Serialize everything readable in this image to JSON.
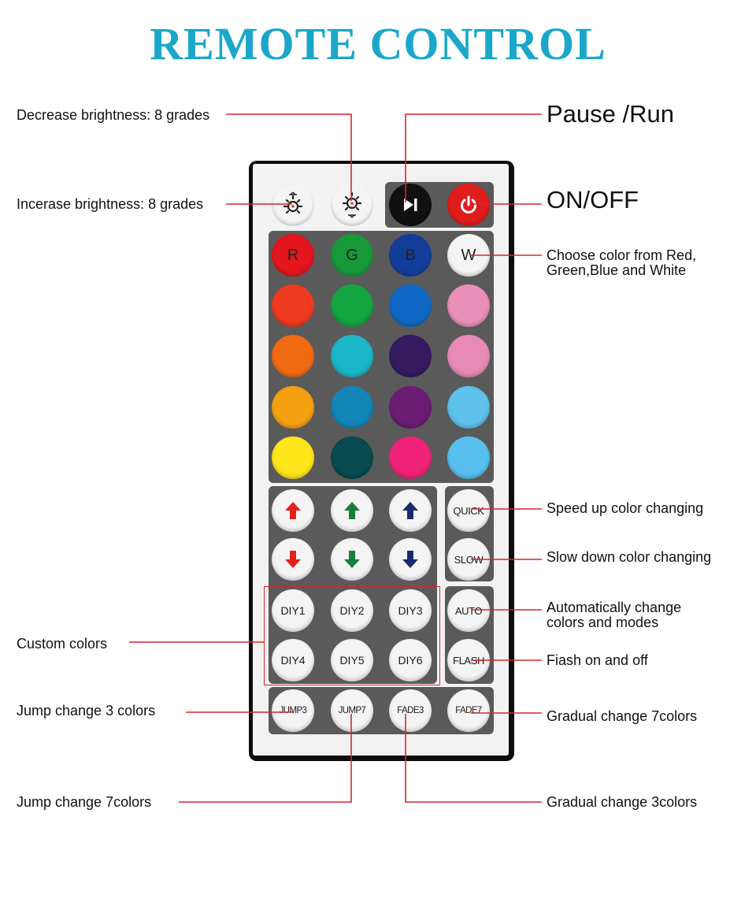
{
  "title": "REMOTE CONTROL",
  "colors": {
    "title": "#1aa7c9",
    "callout_line": "#d6262b",
    "remote_body": "#0d0d0d",
    "remote_face": "#f2f2f2",
    "panel": "#5a5a5a"
  },
  "labels": {
    "decrease_brightness": "Decrease brightness: 8 grades",
    "increase_brightness": "Incerase brightness: 8 grades",
    "pause_run": "Pause /Run",
    "on_off": "ON/OFF",
    "choose_color": "Choose color from Red, Green,Blue and White",
    "speed_up": "Speed up color changing",
    "slow_down": "Slow down color changing",
    "auto": "Automatically change colors and modes",
    "flash": "Fiash on and off",
    "custom_colors": "Custom colors",
    "jump3": "Jump change 3 colors",
    "fade7": "Gradual change 7colors",
    "jump7": "Jump change 7colors",
    "fade3": "Gradual change 3colors"
  },
  "buttons": {
    "top_row": {
      "brightness_down_icon": "brightness-down-icon",
      "brightness_up_icon": "brightness-up-icon",
      "play_pause_icon": "play-pause-icon",
      "power_icon": "power-icon"
    },
    "rgbw": {
      "r": "R",
      "g": "G",
      "b": "B",
      "w": "W",
      "colors": [
        "#e4151d",
        "#17993a",
        "#123e9a",
        "#f4f4f4"
      ]
    },
    "color_grid": [
      [
        "#ee3b1f",
        "#13a540",
        "#1168c4",
        "#ea8fb8"
      ],
      [
        "#f06a12",
        "#1bb7c9",
        "#341a5e",
        "#e88bb4"
      ],
      [
        "#f5a011",
        "#1385b7",
        "#6b1c73",
        "#5fc2ed"
      ],
      [
        "#ffe51a",
        "#084a4e",
        "#ef2277",
        "#58c0ee"
      ]
    ],
    "arrow_colors": {
      "red": "#e3201b",
      "green": "#167d3a",
      "blue": "#192a6e"
    },
    "quick": "QUICK",
    "slow": "SLOW",
    "auto": "AUTO",
    "flash": "FLASH",
    "diy": [
      "DIY1",
      "DIY2",
      "DIY3",
      "DIY4",
      "DIY5",
      "DIY6"
    ],
    "bottom": [
      "JUMP3",
      "JUMP7",
      "FADE3",
      "FADE7"
    ]
  }
}
